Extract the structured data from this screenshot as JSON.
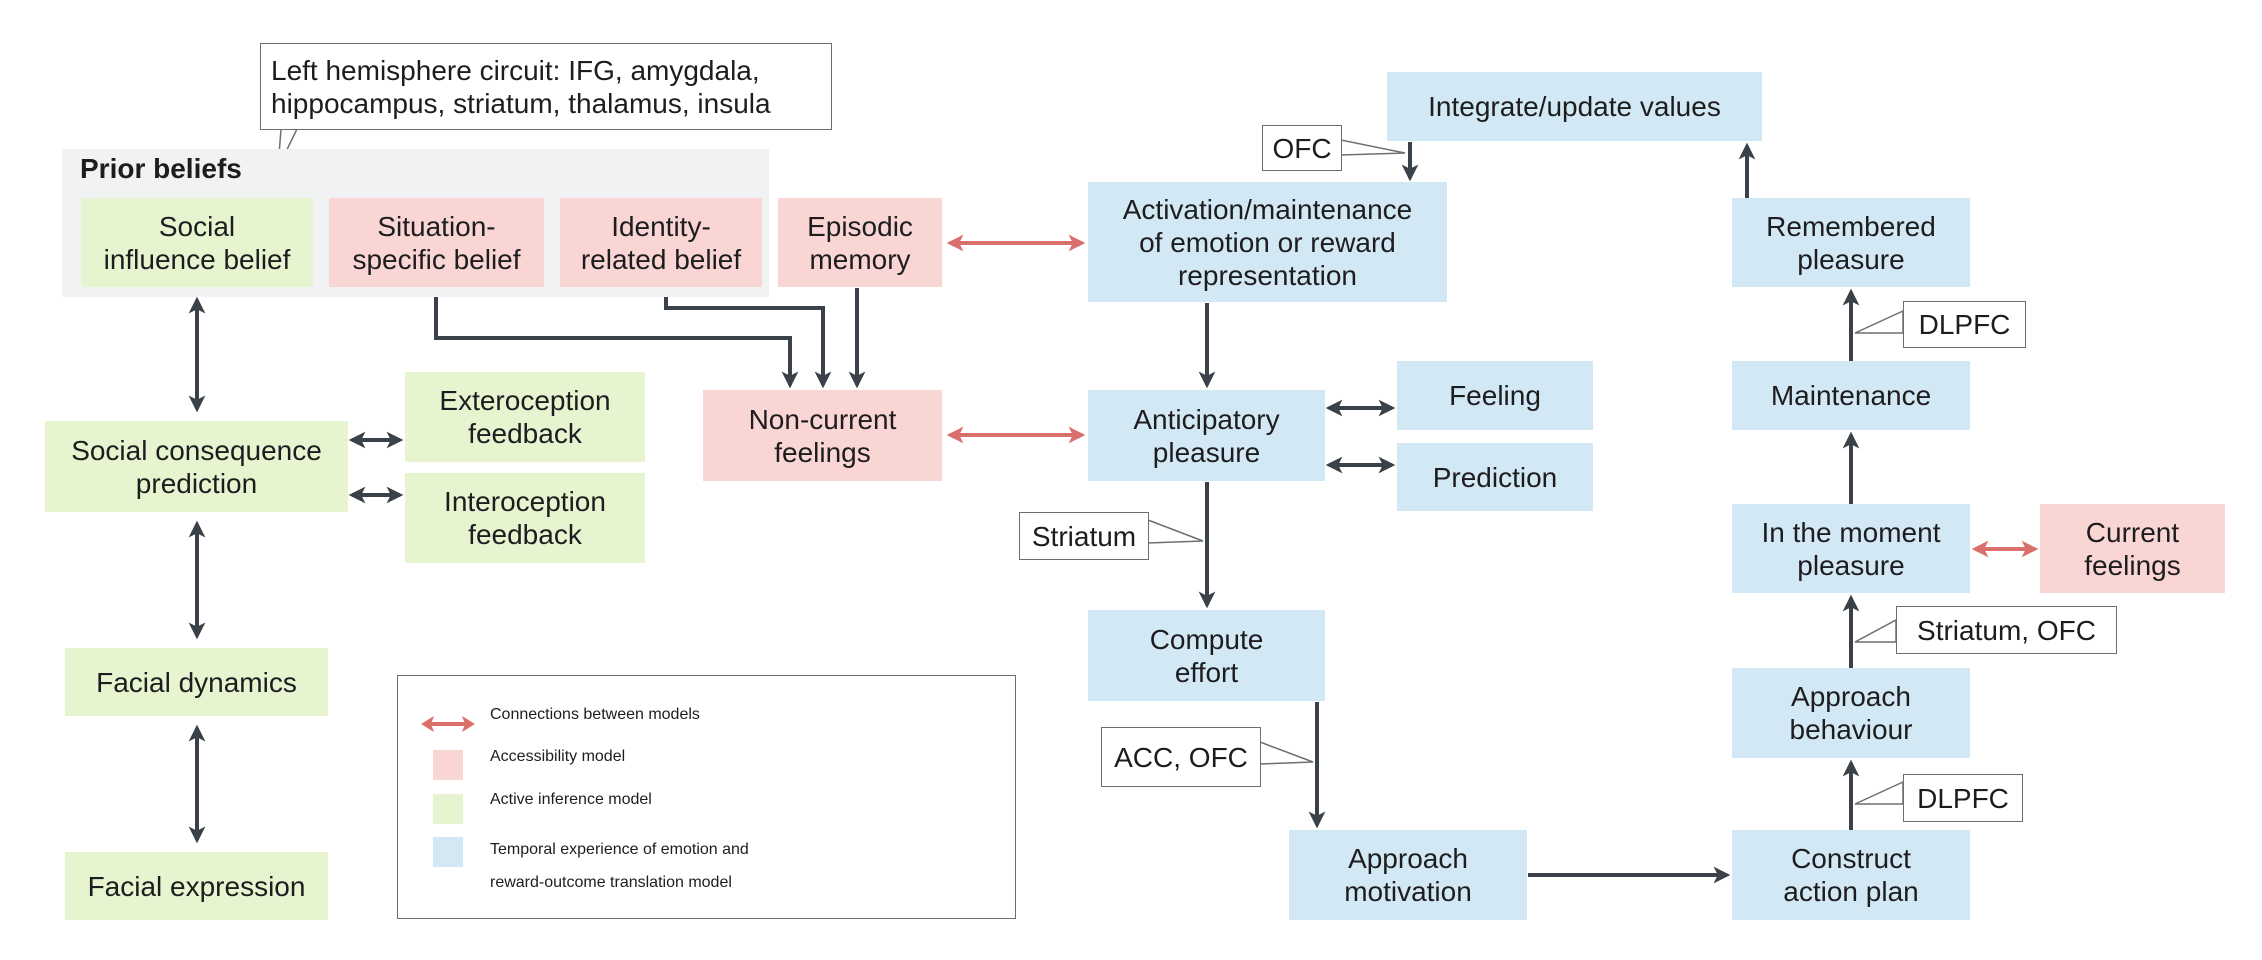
{
  "colors": {
    "accessibility": "#f9d6d4",
    "active_inference": "#e6f4d0",
    "temporal": "#d3e8f5",
    "prior_group": "#f1f2f4",
    "arrow_dark": "#3a4149",
    "arrow_red": "#d9706b"
  },
  "prior_beliefs": {
    "title": "Prior beliefs",
    "callout": "Left hemisphere circuit: IFG, amygdala,\nhippocampus, striatum, thalamus, insula"
  },
  "nodes": {
    "social_influence_belief": "Social\ninfluence belief",
    "situation_specific_belief": "Situation-\nspecific belief",
    "identity_related_belief": "Identity-\nrelated belief",
    "episodic_memory": "Episodic\nmemory",
    "non_current_feelings": "Non-current\nfeelings",
    "social_consequence_prediction": "Social consequence\nprediction",
    "exteroception_feedback": "Exteroception\nfeedback",
    "interoception_feedback": "Interoception\nfeedback",
    "facial_dynamics": "Facial dynamics",
    "facial_expression": "Facial expression",
    "integrate_update_values": "Integrate/update values",
    "activation_maintenance": "Activation/maintenance\nof emotion or reward\nrepresentation",
    "anticipatory_pleasure": "Anticipatory\npleasure",
    "feeling": "Feeling",
    "prediction": "Prediction",
    "compute_effort": "Compute\neffort",
    "approach_motivation": "Approach\nmotivation",
    "construct_action_plan": "Construct\naction plan",
    "approach_behaviour": "Approach\nbehaviour",
    "in_the_moment_pleasure": "In the moment\npleasure",
    "current_feelings": "Current\nfeelings",
    "maintenance": "Maintenance",
    "remembered_pleasure": "Remembered\npleasure"
  },
  "brain_region_callouts": {
    "ofc": "OFC",
    "striatum": "Striatum",
    "acc_ofc": "ACC, OFC",
    "dlpfc_top": "DLPFC",
    "striatum_ofc": "Striatum, OFC",
    "dlpfc_bottom": "DLPFC"
  },
  "legend": {
    "items": [
      {
        "label": "Connections between models",
        "icon": "red-double-arrow-icon"
      },
      {
        "label": "Accessibility model",
        "icon": "pink-swatch"
      },
      {
        "label": "Active inference model",
        "icon": "green-swatch"
      },
      {
        "label": "Temporal experience of emotion and\nreward-outcome translation model",
        "icon": "blue-swatch"
      }
    ]
  },
  "edges": [
    {
      "from": "social_influence_belief",
      "to": "social_consequence_prediction",
      "type": "bidirectional"
    },
    {
      "from": "social_consequence_prediction",
      "to": "exteroception_feedback",
      "type": "bidirectional"
    },
    {
      "from": "social_consequence_prediction",
      "to": "interoception_feedback",
      "type": "bidirectional"
    },
    {
      "from": "social_consequence_prediction",
      "to": "facial_dynamics",
      "type": "bidirectional"
    },
    {
      "from": "facial_dynamics",
      "to": "facial_expression",
      "type": "bidirectional"
    },
    {
      "from": "situation_specific_belief",
      "to": "non_current_feelings",
      "type": "directed"
    },
    {
      "from": "identity_related_belief",
      "to": "non_current_feelings",
      "type": "directed"
    },
    {
      "from": "episodic_memory",
      "to": "non_current_feelings",
      "type": "directed"
    },
    {
      "from": "episodic_memory",
      "to": "activation_maintenance",
      "type": "between-models"
    },
    {
      "from": "non_current_feelings",
      "to": "anticipatory_pleasure",
      "type": "between-models"
    },
    {
      "from": "integrate_update_values",
      "to": "activation_maintenance",
      "type": "directed",
      "region": "OFC"
    },
    {
      "from": "activation_maintenance",
      "to": "anticipatory_pleasure",
      "type": "directed"
    },
    {
      "from": "anticipatory_pleasure",
      "to": "feeling",
      "type": "bidirectional"
    },
    {
      "from": "anticipatory_pleasure",
      "to": "prediction",
      "type": "bidirectional"
    },
    {
      "from": "anticipatory_pleasure",
      "to": "compute_effort",
      "type": "directed",
      "region": "Striatum"
    },
    {
      "from": "compute_effort",
      "to": "approach_motivation",
      "type": "directed",
      "region": "ACC, OFC"
    },
    {
      "from": "approach_motivation",
      "to": "construct_action_plan",
      "type": "directed"
    },
    {
      "from": "construct_action_plan",
      "to": "approach_behaviour",
      "type": "directed",
      "region": "DLPFC"
    },
    {
      "from": "approach_behaviour",
      "to": "in_the_moment_pleasure",
      "type": "directed",
      "region": "Striatum, OFC"
    },
    {
      "from": "in_the_moment_pleasure",
      "to": "current_feelings",
      "type": "between-models"
    },
    {
      "from": "in_the_moment_pleasure",
      "to": "maintenance",
      "type": "directed"
    },
    {
      "from": "maintenance",
      "to": "remembered_pleasure",
      "type": "directed",
      "region": "DLPFC"
    },
    {
      "from": "remembered_pleasure",
      "to": "integrate_update_values",
      "type": "directed"
    }
  ]
}
